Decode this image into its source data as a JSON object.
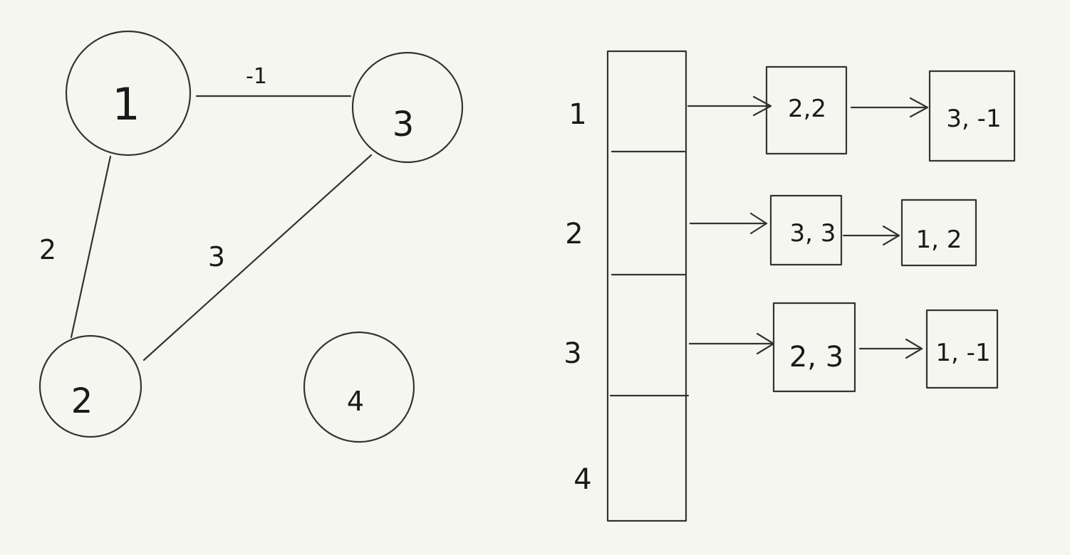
{
  "graph": {
    "nodes": {
      "n1": "1",
      "n2": "2",
      "n3": "3",
      "n4": "4"
    },
    "edges": {
      "e13": "-1",
      "e12": "2",
      "e23": "3"
    }
  },
  "adjacency_list": {
    "rows": [
      "1",
      "2",
      "3",
      "4"
    ],
    "entries": {
      "r1": [
        "2,2",
        "3, -1"
      ],
      "r2": [
        "3, 3",
        "1, 2"
      ],
      "r3": [
        "2, 3",
        "1, -1"
      ]
    }
  }
}
